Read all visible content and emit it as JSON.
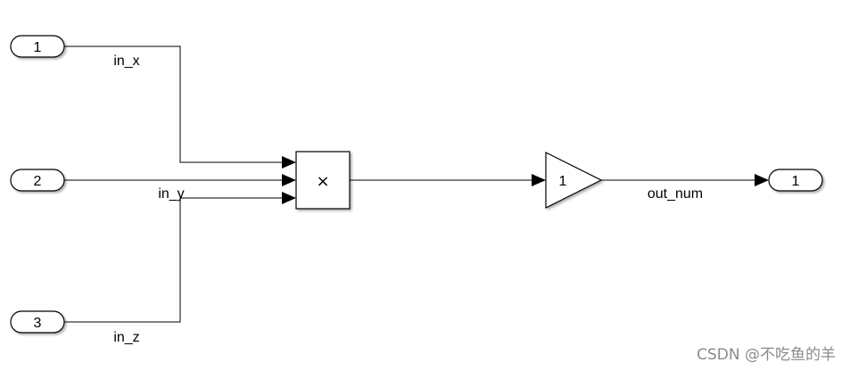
{
  "inports": [
    {
      "number": "1"
    },
    {
      "number": "2"
    },
    {
      "number": "3"
    }
  ],
  "signals": {
    "in_x": "in_x",
    "in_y": "in_y",
    "in_z": "in_z",
    "out": "out_num"
  },
  "product_block": {
    "symbol": "×"
  },
  "gain_block": {
    "value": "1"
  },
  "outport": {
    "number": "1"
  },
  "watermark": "CSDN @不吃鱼的羊"
}
